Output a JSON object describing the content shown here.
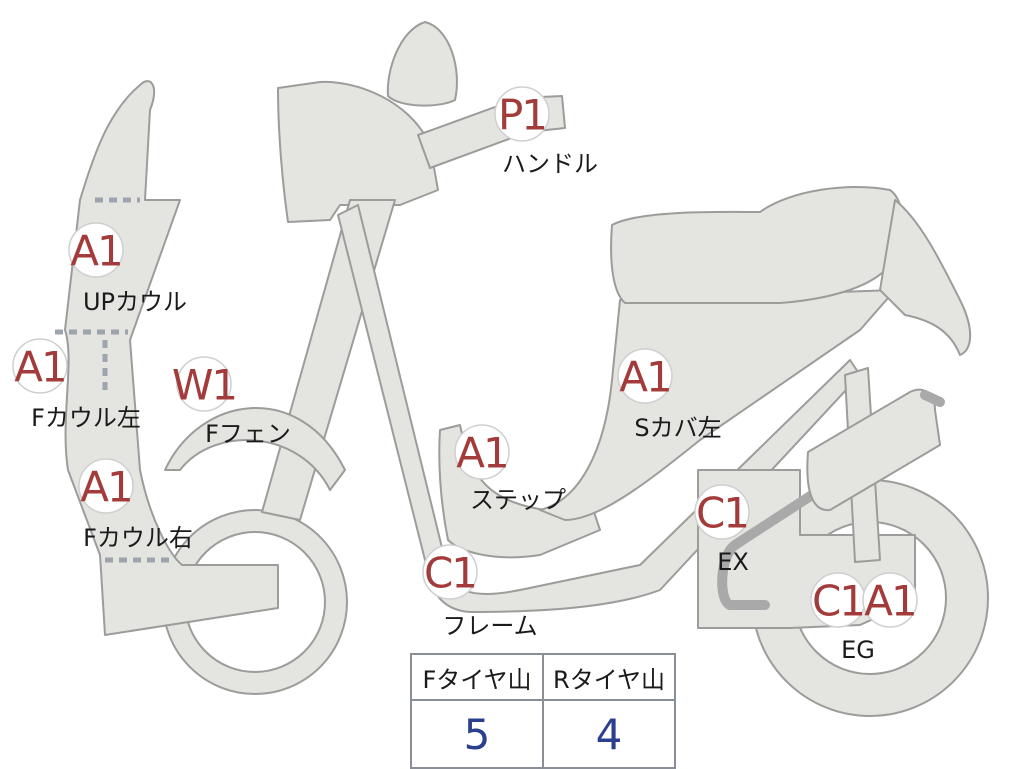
{
  "badges": [
    {
      "id": "up-cowl",
      "code": "A1",
      "label": "UPカウル"
    },
    {
      "id": "f-cowl-left",
      "code": "A1",
      "label": "Fカウル左"
    },
    {
      "id": "f-cowl-right",
      "code": "A1",
      "label": "Fカウル右"
    },
    {
      "id": "f-fender",
      "code": "W1",
      "label": "Fフェン"
    },
    {
      "id": "handle",
      "code": "P1",
      "label": "ハンドル"
    },
    {
      "id": "step",
      "code": "A1",
      "label": "ステップ"
    },
    {
      "id": "s-cover-left",
      "code": "A1",
      "label": "Sカバ左"
    },
    {
      "id": "frame",
      "code": "C1",
      "label": "フレーム"
    },
    {
      "id": "exhaust",
      "code": "C1",
      "label": "EX"
    },
    {
      "id": "engine-c",
      "code": "C1",
      "label": "EG"
    },
    {
      "id": "engine-a",
      "code": "A1",
      "label": ""
    }
  ],
  "tire_table": {
    "front_header": "Fタイヤ山",
    "rear_header": "Rタイヤ山",
    "front_value": "5",
    "rear_value": "4"
  },
  "colors": {
    "part_fill": "#e4e4e1",
    "part_outline": "#9c9c9a",
    "badge_code": "#a43b3b",
    "tire_value": "#2b3f8f"
  }
}
